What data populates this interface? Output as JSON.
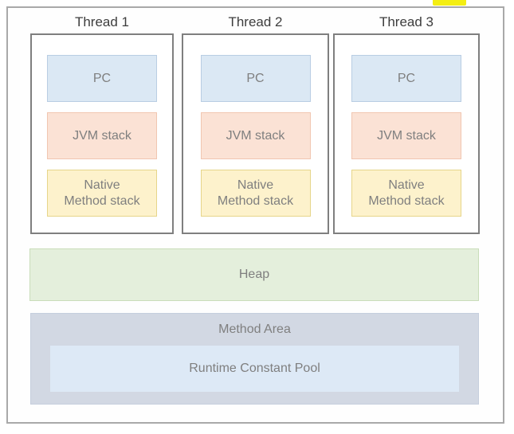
{
  "diagram": {
    "threads": [
      {
        "title": "Thread 1",
        "boxes": [
          "PC",
          "JVM stack",
          "Native\nMethod stack"
        ]
      },
      {
        "title": "Thread 2",
        "boxes": [
          "PC",
          "JVM stack",
          "Native\nMethod stack"
        ]
      },
      {
        "title": "Thread 3",
        "boxes": [
          "PC",
          "JVM stack",
          "Native\nMethod stack"
        ]
      }
    ],
    "heap": {
      "label": "Heap"
    },
    "method_area": {
      "label": "Method Area",
      "runtime_constant_pool_label": "Runtime Constant Pool"
    }
  },
  "colors": {
    "pc_fill": "#dbe8f4",
    "pc_border": "#b9cde3",
    "jvm_stack_fill": "#fbe2d5",
    "jvm_stack_border": "#f1c6b1",
    "native_stack_fill": "#fdf2cc",
    "native_stack_border": "#e6d58a",
    "heap_fill": "#e4efdc",
    "heap_border": "#c9ddba",
    "method_area_fill": "#d2d8e3",
    "runtime_pool_fill": "#dde9f6",
    "outer_border": "#a9a9a9",
    "thread_border": "#7f7f7f",
    "title_text": "#3d3d3d",
    "label_text": "#7f7f7f",
    "highlight": "#f4ee12"
  }
}
